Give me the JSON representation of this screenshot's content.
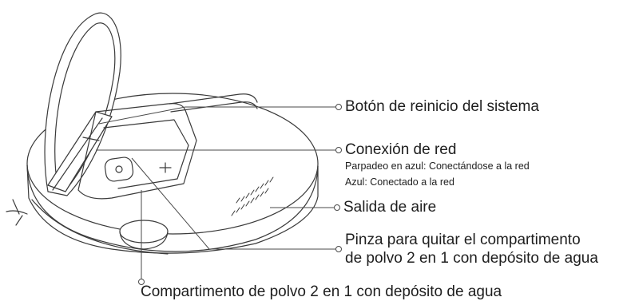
{
  "labels": {
    "reset": "Botón de reinicio del sistema",
    "network": "Conexión de red",
    "network_blue_blink": "Parpadeo en azul: Conectándose a la red",
    "network_blue": "Azul: Conectado a la red",
    "air_outlet": "Salida de aire",
    "clip_line1": "Pinza para quitar el compartimento",
    "clip_line2": "de polvo 2 en 1 con depósito de agua",
    "compartment": "Compartimento de polvo 2 en 1 con depósito de agua"
  }
}
